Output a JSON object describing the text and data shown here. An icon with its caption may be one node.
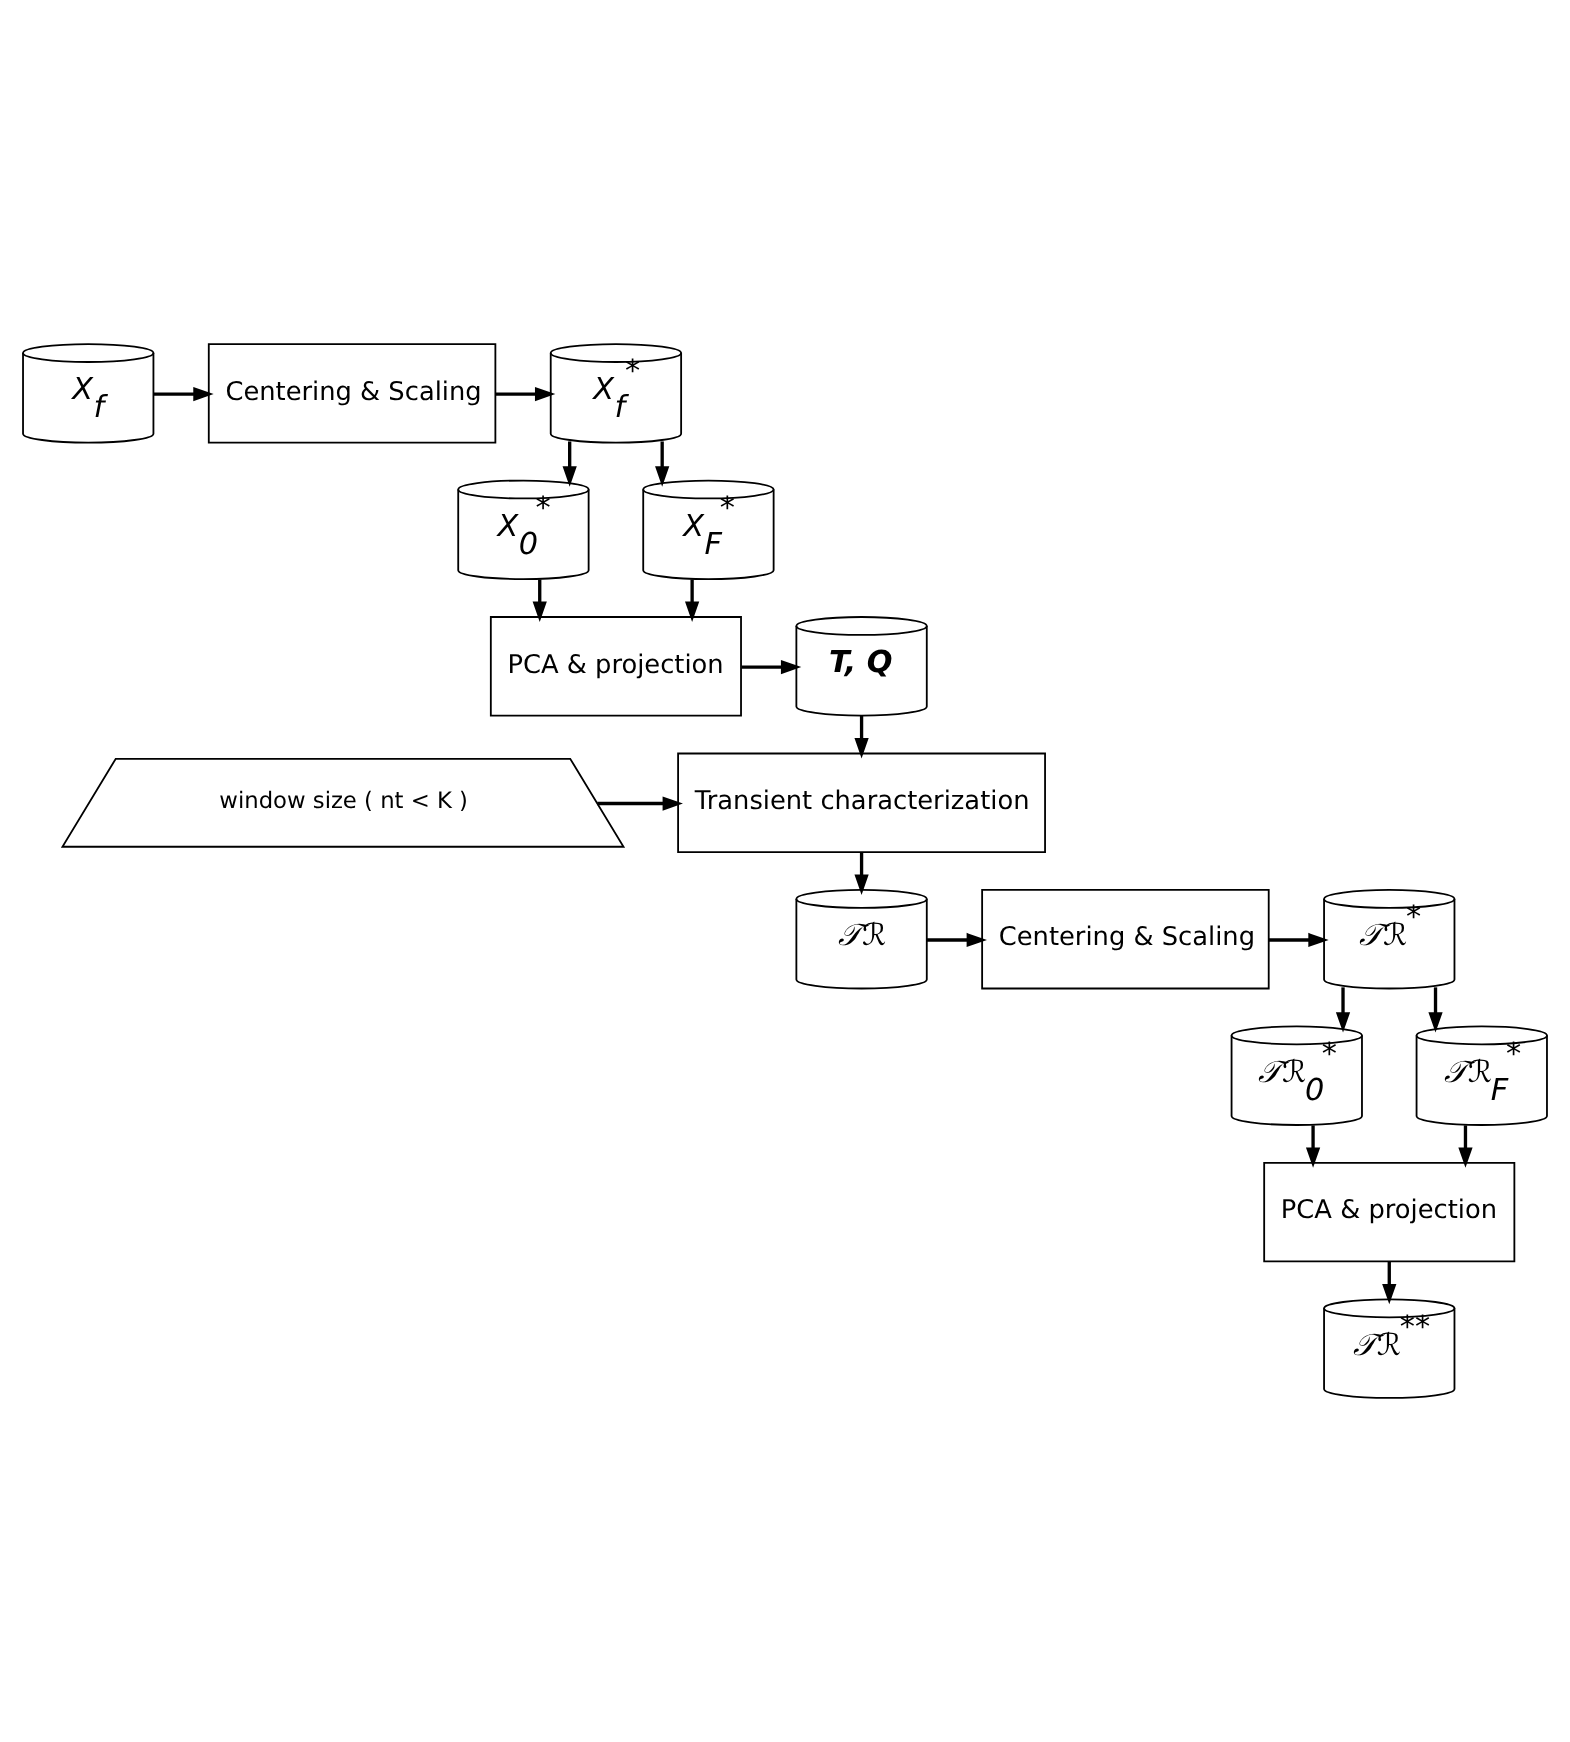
{
  "diagram": {
    "nodes": [
      {
        "text": [
          "X$_{f}$"
        ]
      },
      {
        "text": [
          "Centering & Scaling"
        ]
      },
      {
        "text": [
          "X$_{f}$$^{*}$"
        ]
      },
      {
        "text": [
          "X$_{0}$$^{*}$"
        ]
      },
      {
        "text": [
          "X$_{F}$$^{*}$"
        ]
      },
      {
        "text": [
          "T, Q"
        ]
      },
      {
        "text": [
          "PCA & projection"
        ]
      },
      {
        "text": [
          "Transient characterization"
        ]
      },
      {
        "text": [
          "window size ( nt < K )"
        ]
      },
      {
        "text": [
          "𝒯ℛ"
        ]
      },
      {
        "text": [
          "Centering & Scaling"
        ]
      },
      {
        "text": [
          "𝒯ℛ$^{*}$"
        ]
      },
      {
        "text": [
          "𝒯ℛ$_{0}$$^{*}$"
        ]
      },
      {
        "text": [
          "𝒯ℛ$_{F}$$^{*}$"
        ]
      },
      {
        "text": [
          "PCA & projection"
        ]
      },
      {
        "text": [
          "𝒯ℛ$^{**}$"
        ]
      }
    ],
    "edges": [
      {
        "from": 0,
        "to": 1,
        "arrow": "to"
      },
      {
        "from": 1,
        "to": 2,
        "arrow": "to"
      },
      {
        "from": 2,
        "to": 3,
        "arrow": "to"
      },
      {
        "from": 2,
        "to": 4,
        "arrow": "to"
      },
      {
        "from": 3,
        "to": 6,
        "arrow": "to"
      },
      {
        "from": 4,
        "to": 6,
        "arrow": "to"
      },
      {
        "from": 6,
        "to": 5,
        "arrow": "to"
      },
      {
        "from": 5,
        "to": 7,
        "arrow": "to"
      },
      {
        "from": 8,
        "to": 7,
        "arrow": "to"
      },
      {
        "from": 7,
        "to": 9,
        "arrow": "to"
      },
      {
        "from": 9,
        "to": 10,
        "arrow": "to"
      },
      {
        "from": 10,
        "to": 11,
        "arrow": "to"
      },
      {
        "from": 11,
        "to": 12,
        "arrow": "to"
      },
      {
        "from": 11,
        "to": 13,
        "arrow": "to"
      },
      {
        "from": 12,
        "to": 14,
        "arrow": "to"
      },
      {
        "from": 13,
        "to": 14,
        "arrow": "to"
      },
      {
        "from": 14,
        "to": 15,
        "arrow": "to"
      }
    ]
  }
}
